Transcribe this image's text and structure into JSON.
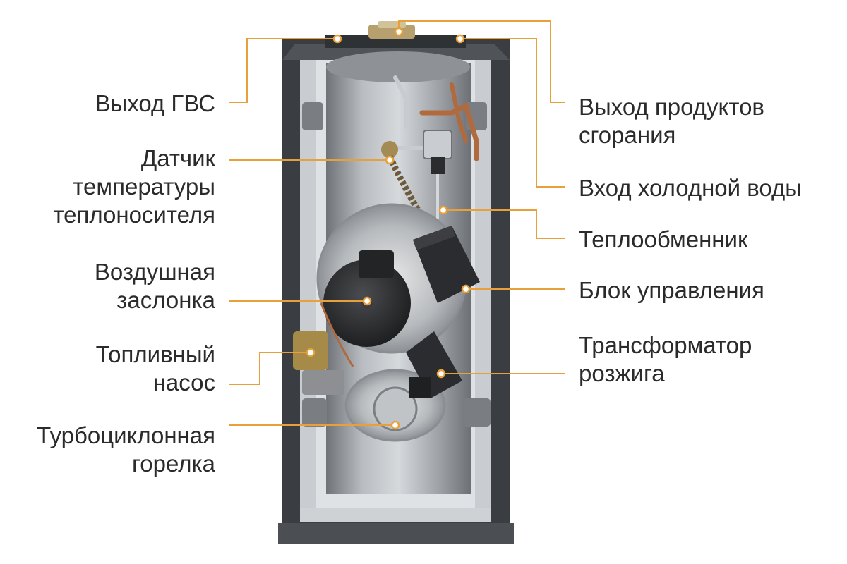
{
  "accent_color": "#e8a13a",
  "labels_left": [
    {
      "id": "dhw-outlet",
      "lines": [
        "Выход ГВС"
      ]
    },
    {
      "id": "coolant-temp-sensor",
      "lines": [
        "Датчик",
        "температуры",
        "теплоносителя"
      ]
    },
    {
      "id": "air-damper",
      "lines": [
        "Воздушная",
        "заслонка"
      ]
    },
    {
      "id": "fuel-pump",
      "lines": [
        "Топливный",
        "насос"
      ]
    },
    {
      "id": "turbocyclone-burner",
      "lines": [
        "Турбоциклонная",
        "горелка"
      ]
    }
  ],
  "labels_right": [
    {
      "id": "flue-gas-outlet",
      "lines": [
        "Выход продуктов",
        "сгорания"
      ]
    },
    {
      "id": "cold-water-inlet",
      "lines": [
        "Вход холодной воды"
      ]
    },
    {
      "id": "heat-exchanger",
      "lines": [
        "Теплообменник"
      ]
    },
    {
      "id": "control-unit",
      "lines": [
        "Блок управления"
      ]
    },
    {
      "id": "ignition-transformer",
      "lines": [
        "Трансформатор",
        "розжига"
      ]
    }
  ]
}
